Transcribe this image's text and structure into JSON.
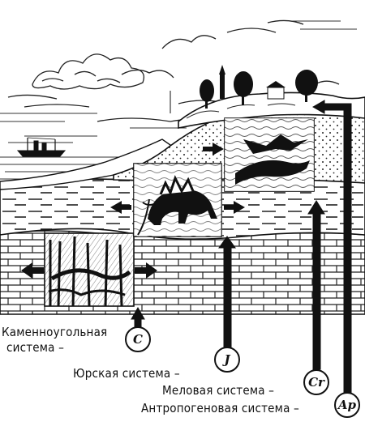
{
  "diagram": {
    "systems": [
      {
        "key": "carboniferous",
        "label_lines": [
          "Каменноугольная",
          "система –"
        ],
        "symbol": "C"
      },
      {
        "key": "jurassic",
        "label_lines": [
          "Юрская система –"
        ],
        "symbol": "J"
      },
      {
        "key": "cretaceous",
        "label_lines": [
          "Меловая система –"
        ],
        "symbol": "Cr"
      },
      {
        "key": "anthropogene",
        "label_lines": [
          "Антропогеновая система –"
        ],
        "symbol": "Ap"
      }
    ],
    "colors": {
      "ink": "#111111",
      "paper": "#ffffff"
    }
  }
}
